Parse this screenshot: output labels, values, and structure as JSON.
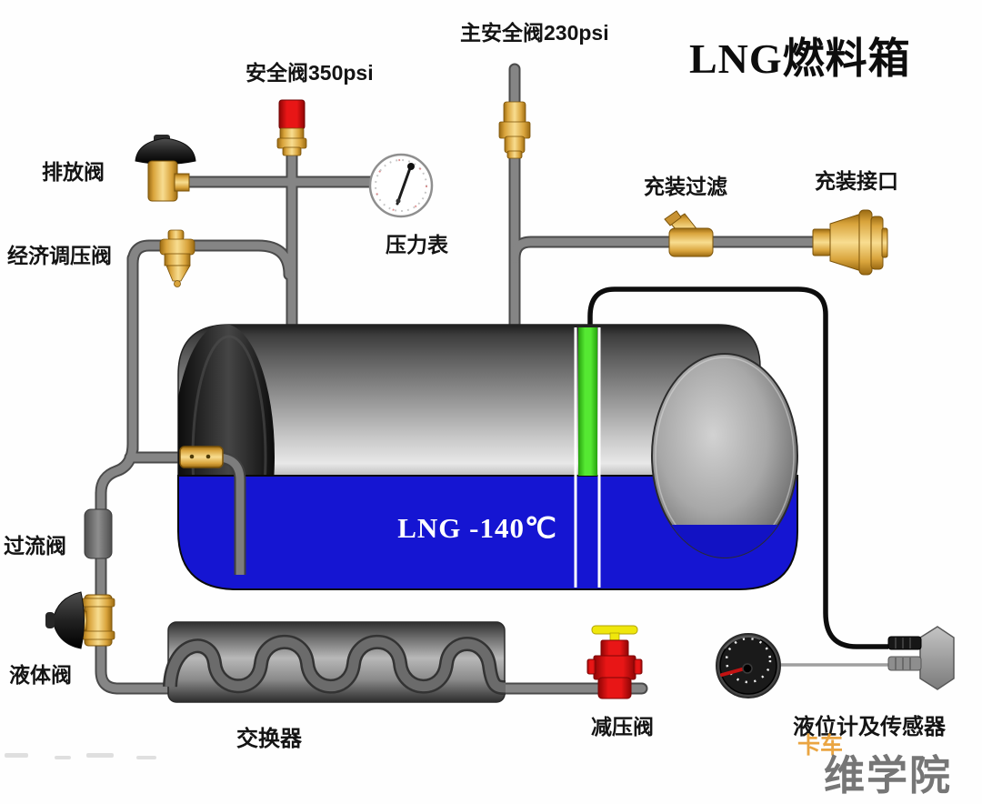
{
  "title": "LNG燃料箱",
  "tank": {
    "content_label": "LNG  -140℃"
  },
  "labels": {
    "main_safety_valve": "主安全阀230psi",
    "safety_valve": "安全阀350psi",
    "vent_valve": "排放阀",
    "economizer_valve": "经济调压阀",
    "pressure_gauge": "压力表",
    "fill_filter": "充装过滤",
    "fill_port": "充装接口",
    "overflow_valve": "过流阀",
    "liquid_valve": "液体阀",
    "exchanger": "交换器",
    "pressure_reducing_valve": "减压阀",
    "level_gauge_sensor": "液位计及传感器"
  },
  "watermark": {
    "line1": "卡车",
    "line2": "维学院"
  },
  "colors": {
    "liquid_blue": "#1515d2",
    "pipe_gray": "#858585",
    "brass": "#d9a43c",
    "valve_red": "#e81616",
    "handle_yellow": "#efe70c",
    "level_tube_green": "#55e832",
    "accent_orange": "#e89c2e"
  }
}
